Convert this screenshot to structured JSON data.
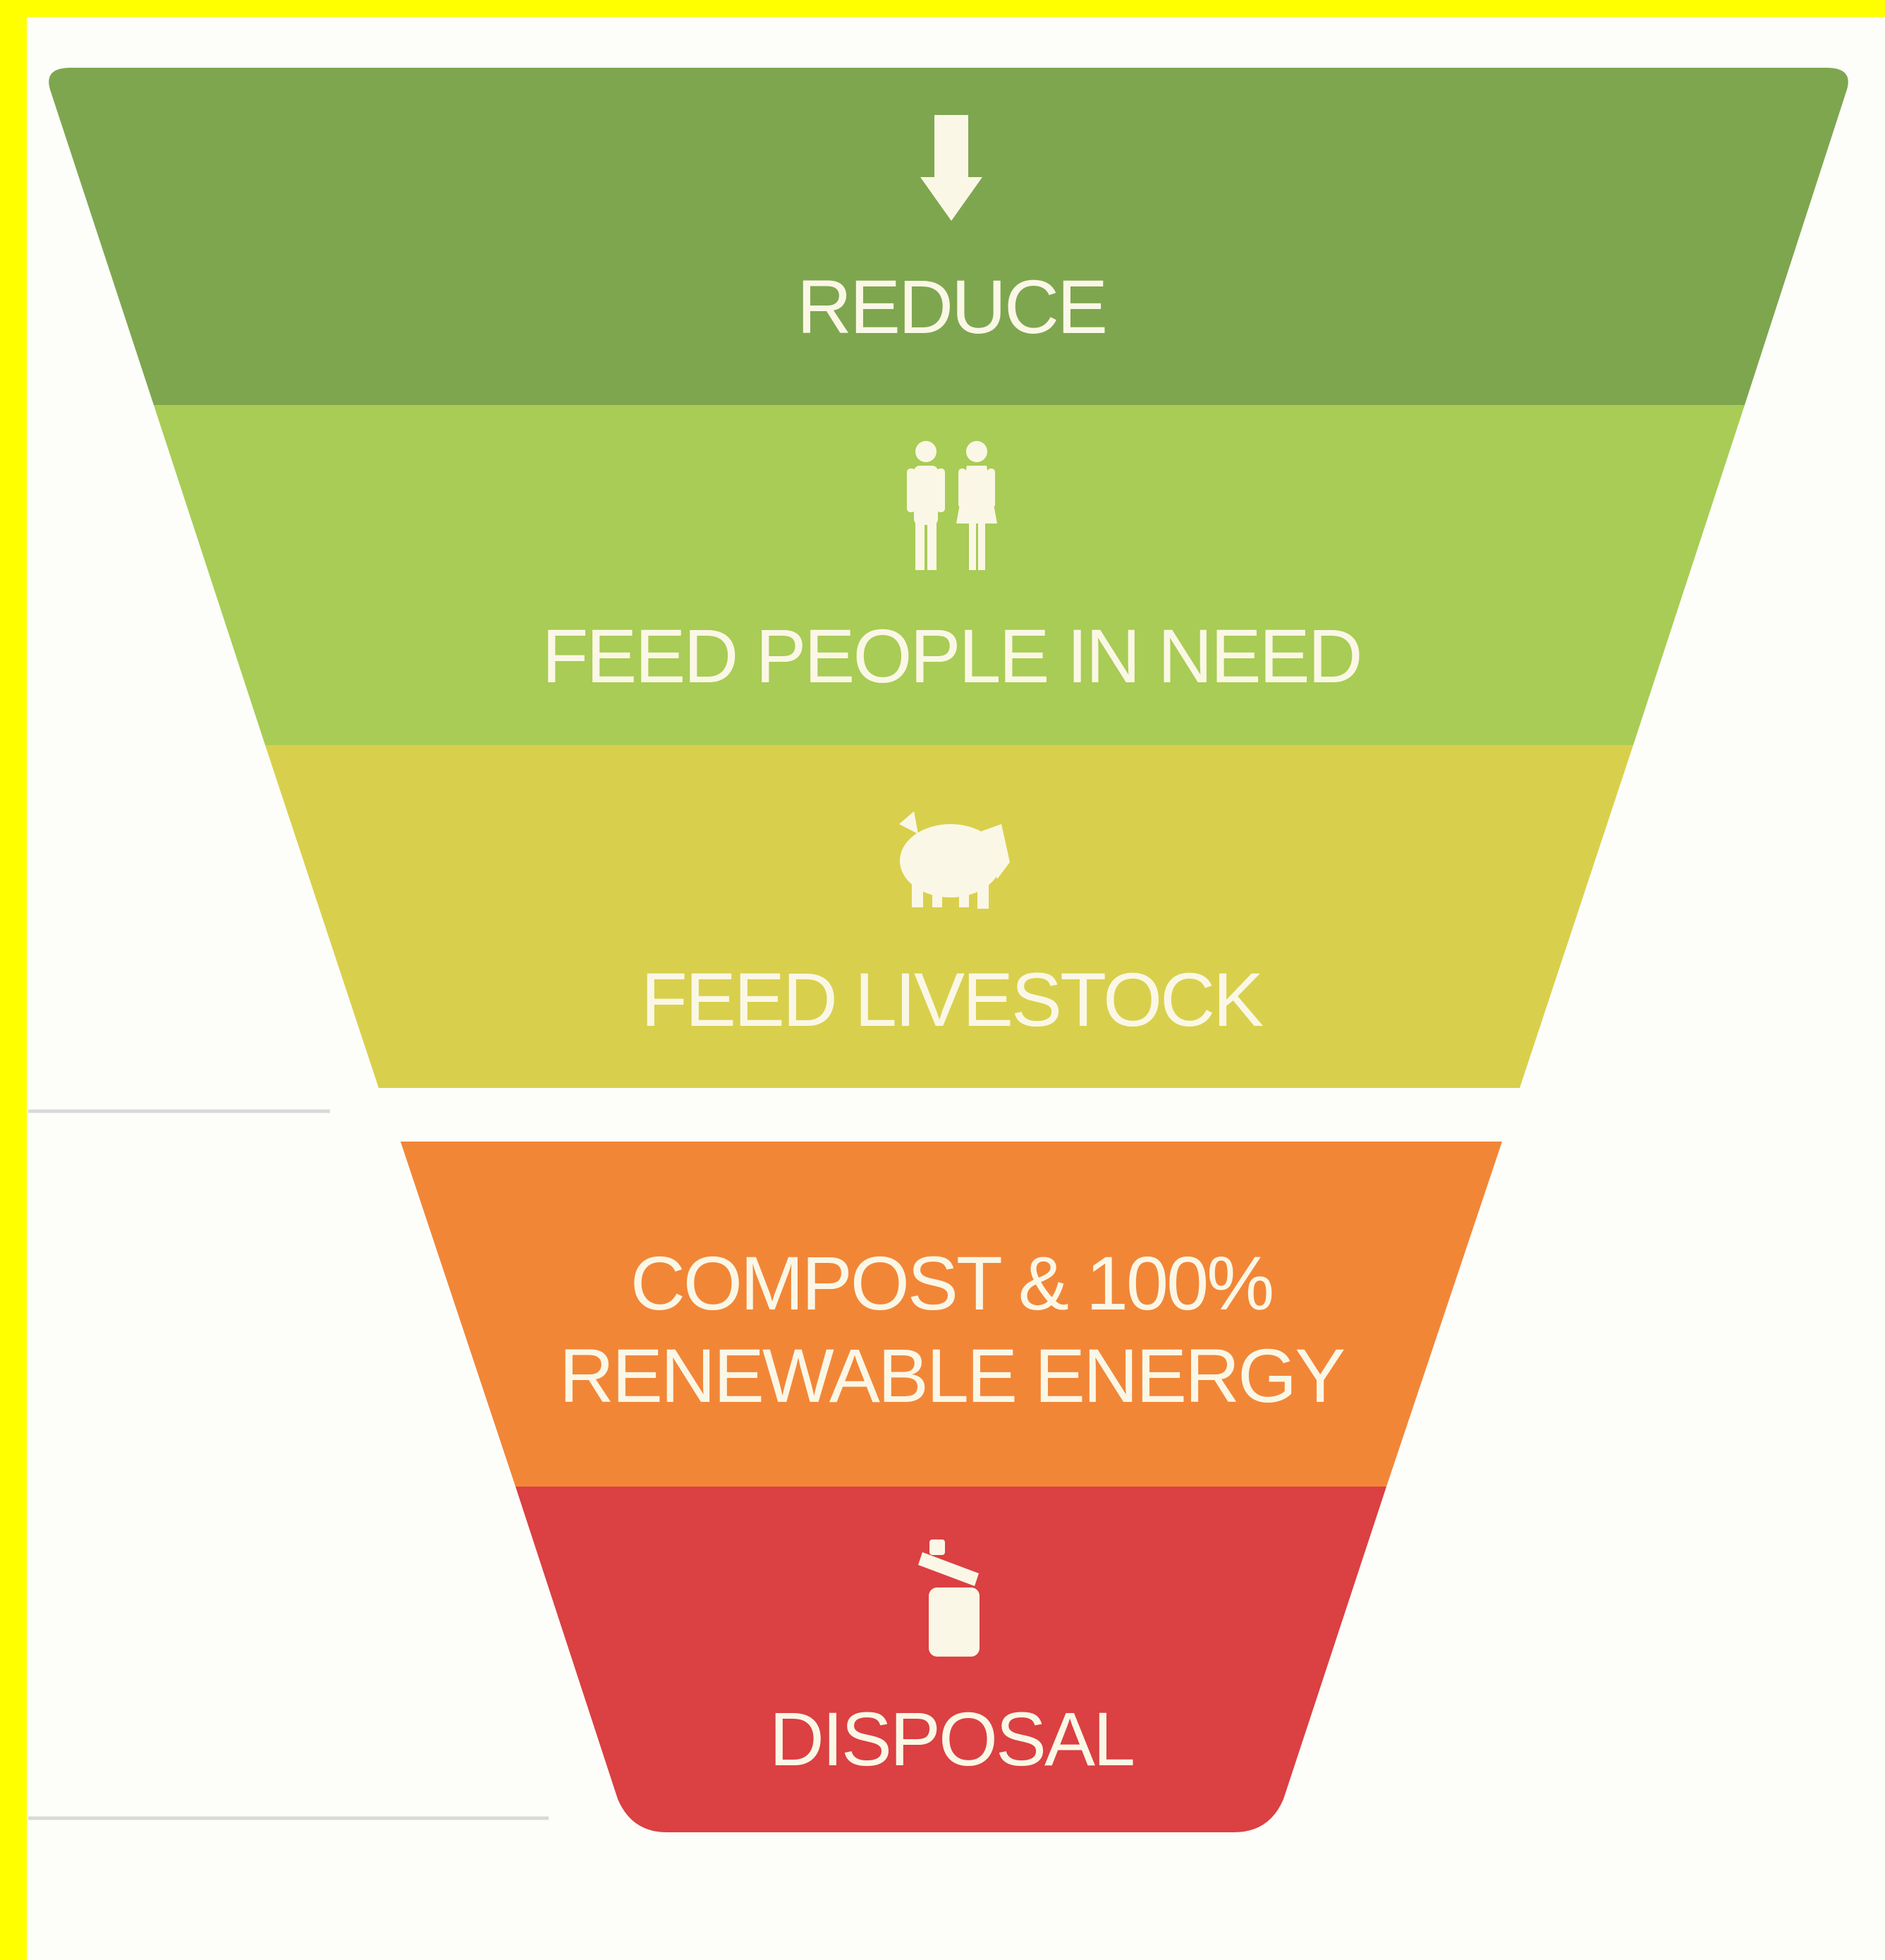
{
  "diagram": {
    "type": "inverted-pyramid",
    "colors": {
      "frame": "#ffff00",
      "canvas": "#fdfdfa",
      "separator_line": "#d9d9d9",
      "text": "#fbf7e6"
    },
    "tiers": [
      {
        "id": "reduce",
        "label": "REDUCE",
        "icon": "down-arrow-icon",
        "color": "#7ea64f"
      },
      {
        "id": "feed-people",
        "label": "FEED PEOPLE IN NEED",
        "icon": "people-icon",
        "color": "#a8cc55"
      },
      {
        "id": "feed-livestock",
        "label": "FEED LIVESTOCK",
        "icon": "pig-icon",
        "color": "#d8d04c"
      },
      {
        "id": "compost",
        "label_lines": [
          "COMPOST & 100%",
          "RENEWABLE ENERGY"
        ],
        "color": "#f28637"
      },
      {
        "id": "disposal",
        "label": "DISPOSAL",
        "icon": "trash-can-icon",
        "color": "#db4042"
      }
    ]
  }
}
